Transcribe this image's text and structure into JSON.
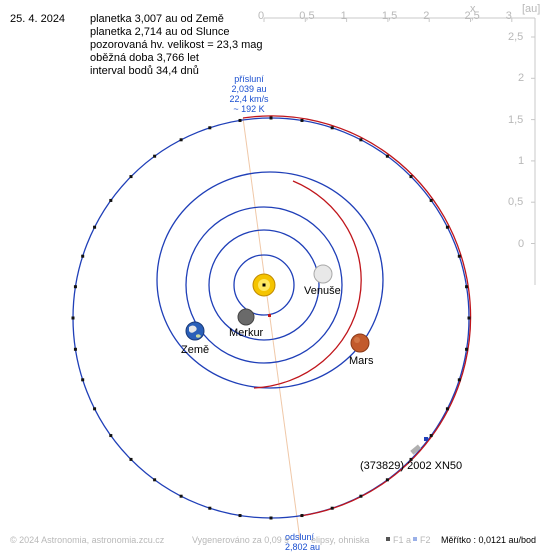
{
  "date": "25. 4. 2024",
  "info": {
    "line1": "planetka 3,007 au od Země",
    "line2": "planetka 2,714 au od Slunce",
    "line3": "pozorovaná hv. velikost = 23,3 mag",
    "line4": "oběžná doba 3,766 let",
    "line5": "interval bodů 34,4 dnů"
  },
  "perihelion": {
    "title": "přísluní",
    "distance": "2,039 au",
    "speed": "22,4 km/s",
    "temp": "~ 192 K"
  },
  "aphelion": {
    "title": "odsluní",
    "distance": "2,802 au"
  },
  "planets": {
    "venus": "Venuše",
    "mercury": "Merkur",
    "earth": "Země",
    "mars": "Mars"
  },
  "asteroid_label": "(373829) 2002 XN50",
  "axes": {
    "x_label": "x",
    "unit": "[au]",
    "x_ticks": [
      "0",
      "0,5",
      "1",
      "1,5",
      "2",
      "2,5",
      "3"
    ],
    "y_ticks": [
      "2,5",
      "2",
      "1,5",
      "1",
      "0,5",
      "0"
    ]
  },
  "footer": {
    "copyright": "© 2024 Astronomia, astronomia.zcu.cz",
    "generated": "Vygenerováno za 0,09 s",
    "ellipses": "elipsy, ohniska",
    "f1": "F1 a",
    "f2": "F2",
    "scale": "Měřítko : 0,0121 au/bod"
  },
  "colors": {
    "orbit_blue": "#1f3fb8",
    "orbit_red": "#c0151b",
    "axis_gray": "#c8c8c8",
    "apsis_line": "#f0c8a8",
    "sun": "#f5c400"
  }
}
